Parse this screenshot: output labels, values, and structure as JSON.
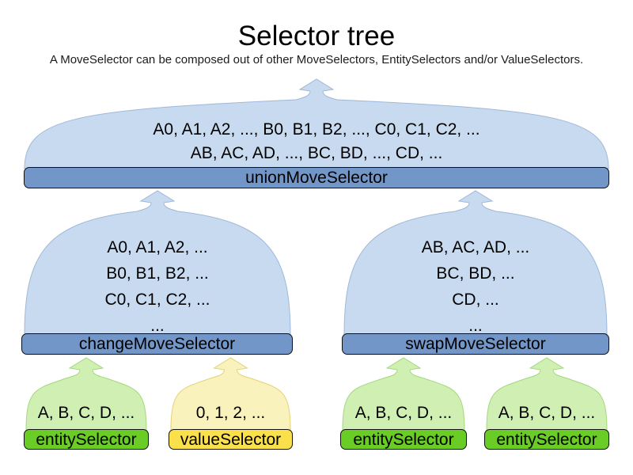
{
  "title": "Selector tree",
  "subtitle": "A MoveSelector can be composed out of other MoveSelectors, EntitySelectors and/or ValueSelectors.",
  "colors": {
    "blue_cloud": "#c8daef",
    "blue_cloud_border": "#9fb8d9",
    "blue_bar": "#7196c7",
    "green_cloud": "#cff0b2",
    "green_cloud_border": "#a4d87e",
    "green_bar": "#69cd25",
    "yellow_cloud": "#faf2bc",
    "yellow_cloud_border": "#e3d276",
    "yellow_bar": "#fae04a",
    "bar_border": "#111111",
    "text": "#000000"
  },
  "nodes": {
    "union": {
      "label": "unionMoveSelector",
      "items": [
        "A0, A1, A2, ..., B0, B1, B2, ..., C0, C1, C2, ...",
        "AB, AC, AD, ..., BC, BD, ..., CD, ..."
      ]
    },
    "change": {
      "label": "changeMoveSelector",
      "items": [
        "A0, A1, A2, ...",
        "B0, B1, B2, ...",
        "C0, C1, C2, ...",
        "..."
      ]
    },
    "swap": {
      "label": "swapMoveSelector",
      "items": [
        "AB, AC, AD, ...",
        "BC, BD, ...",
        "CD, ...",
        "..."
      ]
    },
    "entity1": {
      "label": "entitySelector",
      "items": [
        "A, B, C, D, ..."
      ]
    },
    "value1": {
      "label": "valueSelector",
      "items": [
        "0, 1, 2, ..."
      ]
    },
    "entity2": {
      "label": "entitySelector",
      "items": [
        "A, B, C, D, ..."
      ]
    },
    "entity3": {
      "label": "entitySelector",
      "items": [
        "A, B, C, D, ..."
      ]
    }
  }
}
